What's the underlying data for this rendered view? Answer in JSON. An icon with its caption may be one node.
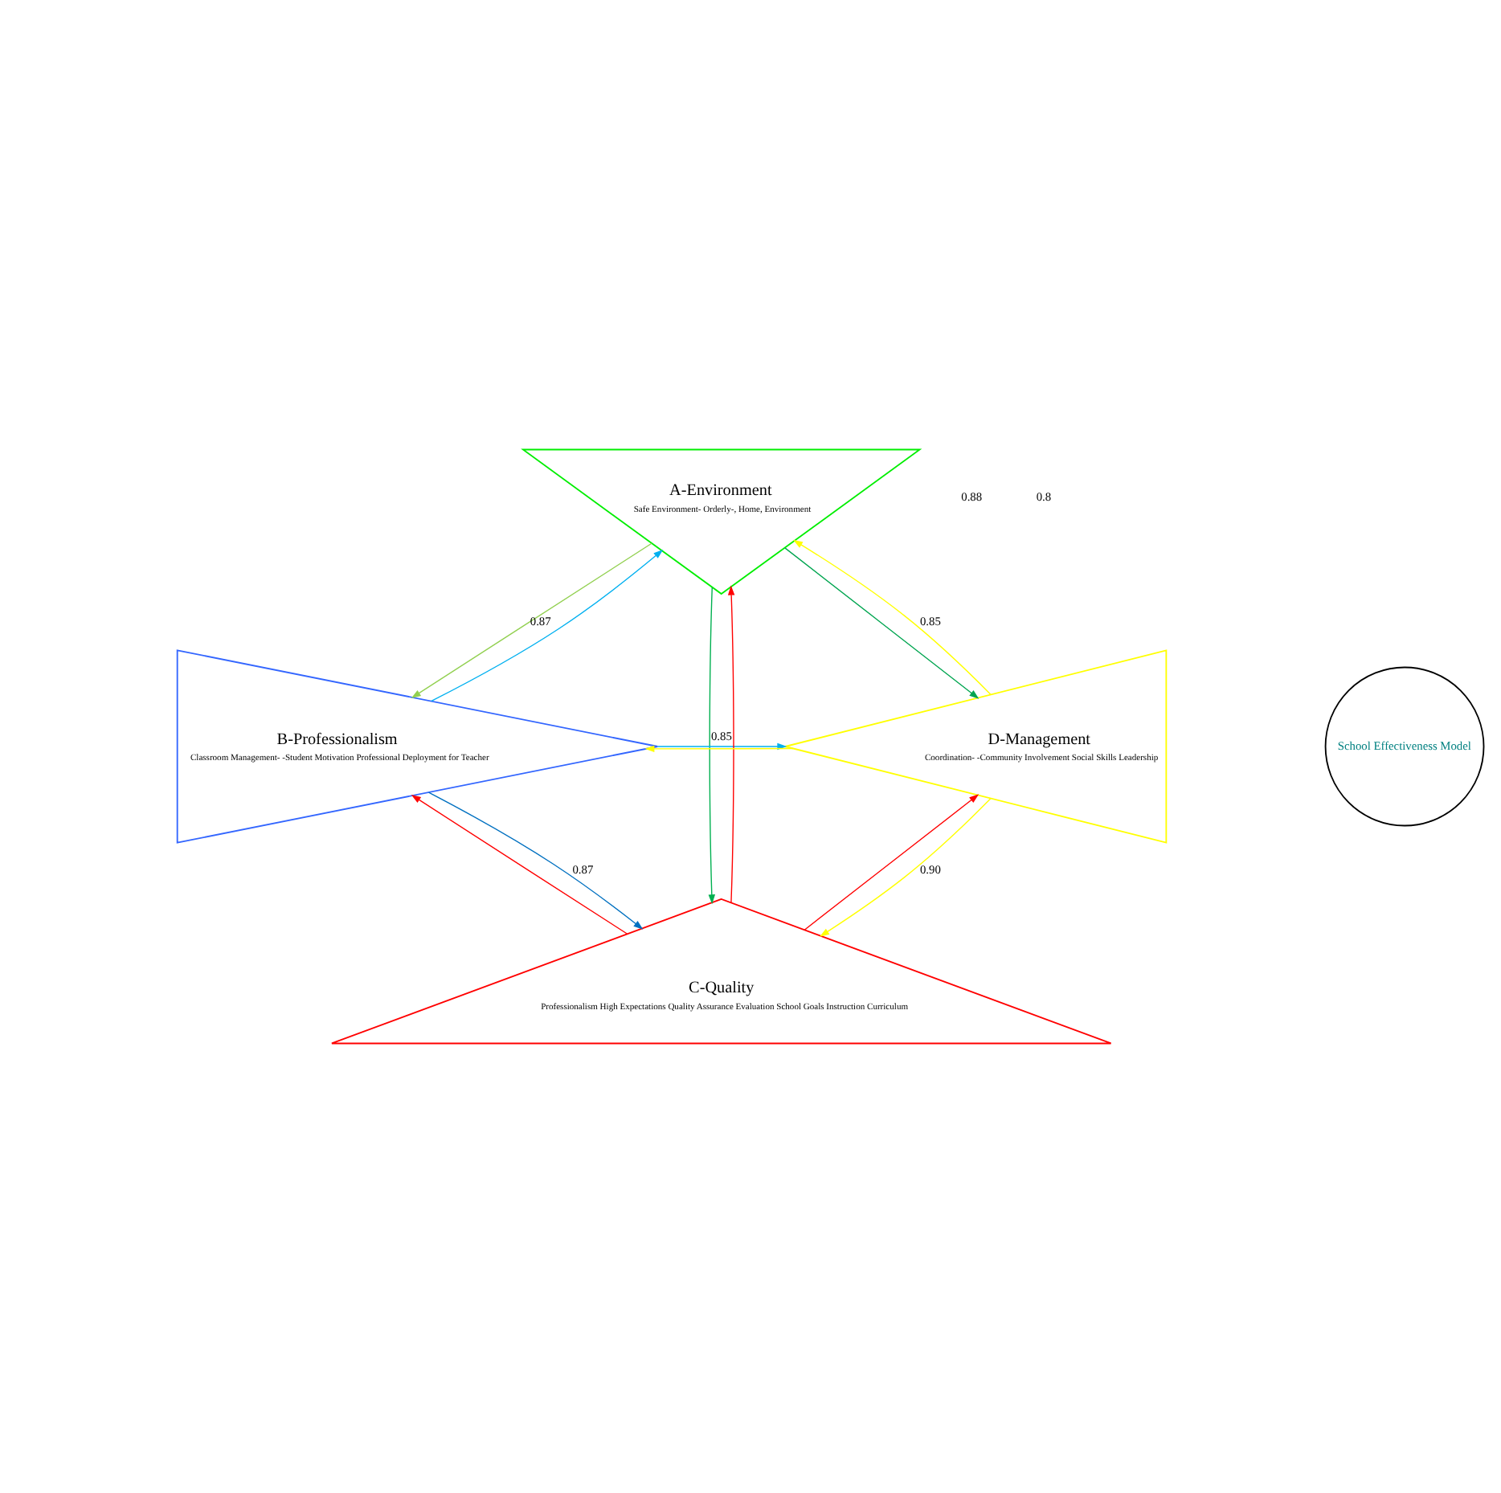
{
  "diagram": {
    "nodes": [
      {
        "text": [
          "A-Environment",
          "Safe Environment- Orderly-, Home, Environment"
        ]
      },
      {
        "text": [
          "B-Professionalism",
          "Classroom Management- -Student Motivation Professional Deployment for Teacher"
        ]
      },
      {
        "text": [
          "C-Quality",
          "Professionalism High Expectations Quality Assurance Evaluation School Goals Instruction Curriculum"
        ]
      },
      {
        "text": [
          "D-Management",
          "Coordination- -Community Involvement Social Skills Leadership"
        ]
      },
      {
        "text": [
          "School Effectiveness Model"
        ]
      }
    ],
    "edges": [
      {
        "from": 3,
        "to": 0,
        "arrow": "to",
        "color": "#ffff00",
        "label": "0.85"
      },
      {
        "from": 0,
        "to": 3,
        "arrow": "to",
        "color": "#00a550"
      },
      {
        "from": 2,
        "to": 0,
        "arrow": "to",
        "color": "#ff0000"
      },
      {
        "from": 0,
        "to": 1,
        "arrow": "to",
        "color": "#92d050",
        "label": "0.87"
      },
      {
        "from": 1,
        "to": 0,
        "arrow": "to",
        "color": "#00b0f0"
      },
      {
        "from": 0,
        "to": 2,
        "arrow": "to",
        "color": "#00b050"
      },
      {
        "from": 1,
        "to": 3,
        "arrow": "to",
        "color": "#00b0f0",
        "label": "0.85"
      },
      {
        "from": 3,
        "to": 1,
        "arrow": "to",
        "color": "#ffff00"
      },
      {
        "from": 2,
        "to": 3,
        "arrow": "to",
        "color": "#ff0000"
      },
      {
        "from": 3,
        "to": 2,
        "arrow": "to",
        "color": "#ffff00",
        "label": "0.90"
      },
      {
        "from": 2,
        "to": 1,
        "arrow": "to",
        "color": "#ff0000"
      },
      {
        "from": 1,
        "to": 2,
        "arrow": "to",
        "color": "#0070c0",
        "label": "0.87"
      }
    ],
    "labels": [
      "0.88",
      "0.8"
    ]
  }
}
